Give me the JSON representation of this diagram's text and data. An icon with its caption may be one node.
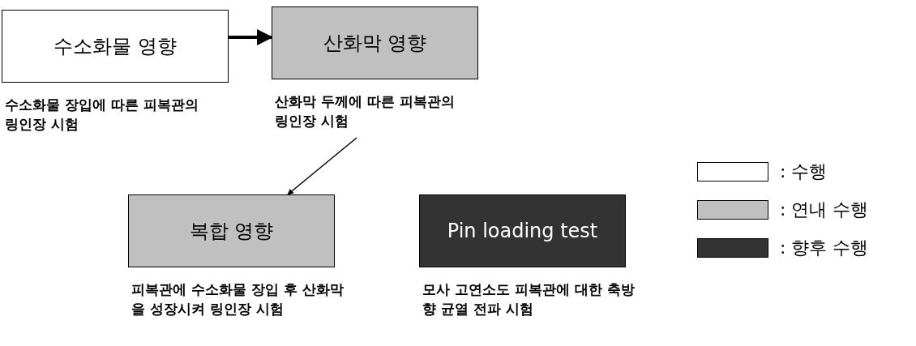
{
  "diagram": {
    "nodes": [
      {
        "text": [
          "수소화물 영향"
        ],
        "beside": [
          "수소화물 장입에 따른 피복관의 링인장 시험"
        ]
      },
      {
        "text": [
          "산화막 영향"
        ],
        "beside": [
          "산화막 두께에 따른 피복관의 링인장 시험"
        ]
      },
      {
        "text": [
          "복합 영향"
        ],
        "beside": [
          "피복관에 수소화물 장입 후 산화막을 성장시켜 링인장 시험"
        ]
      },
      {
        "text": [
          "Pin loading test"
        ],
        "beside": [
          "모사 고연소도 피복관에 대한 축방향 균열 전파 시험"
        ]
      }
    ],
    "edges": [
      {
        "from": 0,
        "to": 1,
        "arrow": "to",
        "style": "thick"
      },
      {
        "from": 1,
        "to": 2,
        "arrow": "to"
      }
    ],
    "legend": [
      {
        "text": ": 수행",
        "color": "#ffffff"
      },
      {
        "text": ": 연내 수행",
        "color": "#c0c0c0"
      },
      {
        "text": ": 향후 수행",
        "color": "#333333"
      }
    ]
  }
}
